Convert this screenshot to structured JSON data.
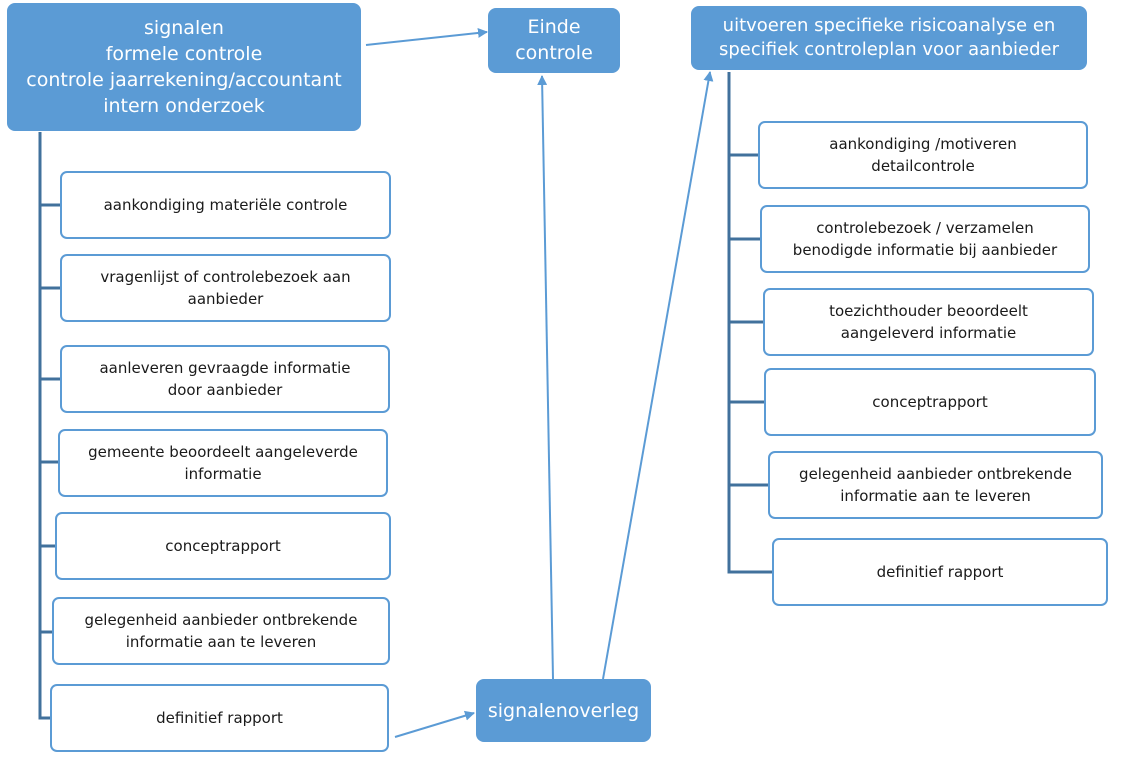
{
  "colors": {
    "node_fill": "#5b9bd5",
    "node_border": "#5b9bd5",
    "tree_line": "#41719c",
    "arrow": "#5b9bd5"
  },
  "nodes": {
    "signalen": "signalen\nformele controle\ncontrole jaarrekening/accountant\nintern onderzoek",
    "einde": "Einde\ncontrole",
    "uitvoeren": "uitvoeren specifieke risicoanalyse en\nspecifiek controleplan voor aanbieder",
    "signalenoverleg": "signalenoverleg"
  },
  "left_steps": [
    "aankondiging materiële controle",
    "vragenlijst of controlebezoek aan\naanbieder",
    "aanleveren gevraagde informatie\ndoor aanbieder",
    "gemeente beoordeelt aangeleverde\ninformatie",
    "conceptrapport",
    "gelegenheid aanbieder ontbrekende\ninformatie aan te leveren",
    "definitief rapport"
  ],
  "right_steps": [
    "aankondiging /motiveren\ndetailcontrole",
    "controlebezoek / verzamelen\nbenodigde informatie bij aanbieder",
    "toezichthouder beoordeelt\naangeleverd informatie",
    "conceptrapport",
    "gelegenheid aanbieder ontbrekende\ninformatie aan te leveren",
    "definitief rapport"
  ],
  "edges": [
    {
      "from": "signalen",
      "to": "einde"
    },
    {
      "from": "left-definitief-rapport",
      "to": "signalenoverleg"
    },
    {
      "from": "signalenoverleg",
      "to": "einde"
    },
    {
      "from": "signalenoverleg",
      "to": "uitvoeren"
    }
  ]
}
